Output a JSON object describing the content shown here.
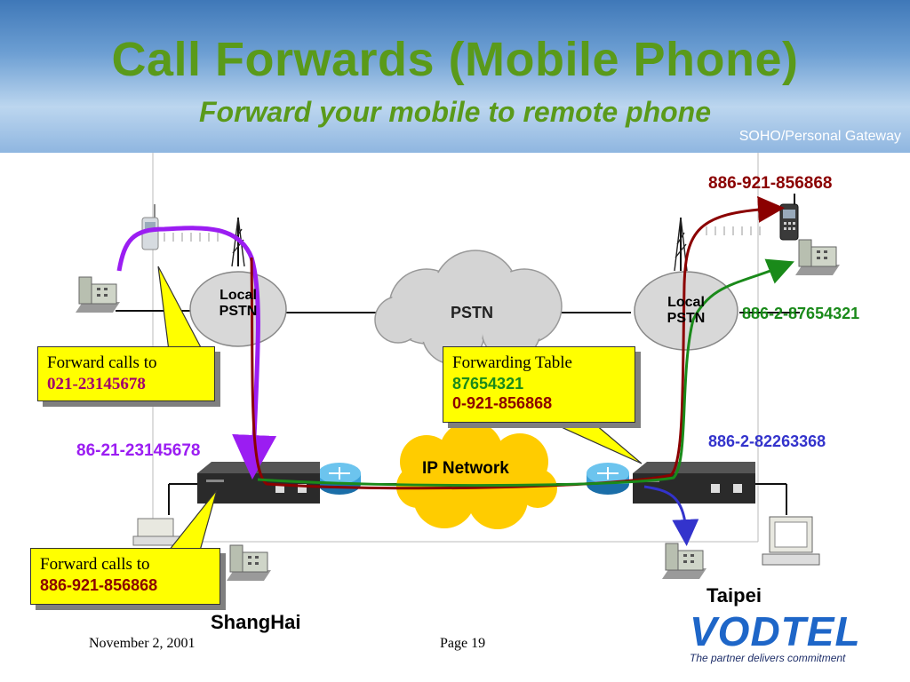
{
  "header": {
    "title": "Call Forwards (Mobile Phone)",
    "subtitle": "Forward your mobile to remote phone",
    "product_tag": "SOHO/Personal Gateway"
  },
  "diagram": {
    "clouds": {
      "local_pstn_left": "Local PSTN",
      "pstn": "PSTN",
      "local_pstn_right": "Local PSTN",
      "ip_network": "IP Network"
    },
    "numbers": {
      "taipei_mobile": "886-921-856868",
      "taipei_phone": "886-2-87654321",
      "taipei_gateway": "886-2-82263368",
      "shanghai_gateway": "86-21-23145678"
    },
    "callouts": {
      "mobile_forward": {
        "line1": "Forward calls to",
        "line2": "021-23145678"
      },
      "gateway_forward": {
        "line1": "Forward calls to",
        "line2": "886-921-856868"
      },
      "forwarding_table": {
        "title": "Forwarding Table",
        "entry1": "87654321",
        "entry2": "0-921-856868"
      }
    },
    "locations": {
      "left": "ShangHai",
      "right": "Taipei"
    },
    "colors": {
      "purple": "#9b1df2",
      "dark_red": "#8b0000",
      "green": "#1a8a1a",
      "blue": "#3333cc",
      "title_green": "#5a9a1a"
    }
  },
  "footer": {
    "date": "November 2, 2001",
    "page": "Page 19",
    "logo": "VODTEL",
    "slogan": "The partner delivers commitment"
  }
}
